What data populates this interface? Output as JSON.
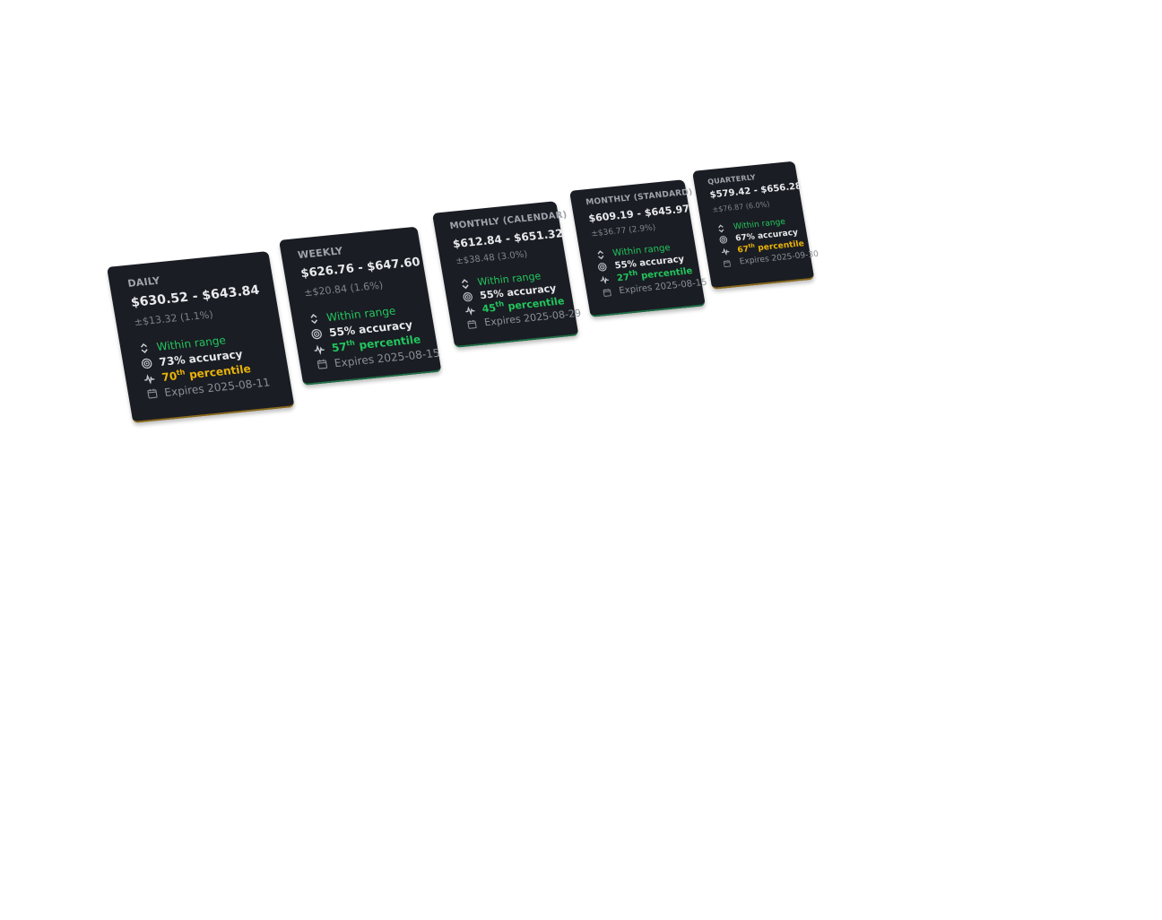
{
  "cards": [
    {
      "label": "DAILY",
      "range": "$630.52 - $643.84",
      "delta": "±$13.32 (1.1%)",
      "status": "Within range",
      "accuracy": "73% accuracy",
      "percentile_num": "70",
      "percentile_suffix": "th",
      "percentile_word": "percentile",
      "percentile_color": "#eab308",
      "expires": "Expires 2025-08-11",
      "edge_color": "#8a6a1e"
    },
    {
      "label": "WEEKLY",
      "range": "$626.76 - $647.60",
      "delta": "±$20.84 (1.6%)",
      "status": "Within range",
      "accuracy": "55% accuracy",
      "percentile_num": "57",
      "percentile_suffix": "th",
      "percentile_word": "percentile",
      "percentile_color": "#22c55e",
      "expires": "Expires 2025-08-15",
      "edge_color": "#1f6e47"
    },
    {
      "label": "MONTHLY (CALENDAR)",
      "range": "$612.84 - $651.32",
      "delta": "±$38.48 (3.0%)",
      "status": "Within range",
      "accuracy": "55% accuracy",
      "percentile_num": "45",
      "percentile_suffix": "th",
      "percentile_word": "percentile",
      "percentile_color": "#22c55e",
      "expires": "Expires 2025-08-29",
      "edge_color": "#1f6e47"
    },
    {
      "label": "MONTHLY (STANDARD)",
      "range": "$609.19 - $645.97",
      "delta": "±$36.77 (2.9%)",
      "status": "Within range",
      "accuracy": "55% accuracy",
      "percentile_num": "27",
      "percentile_suffix": "th",
      "percentile_word": "percentile",
      "percentile_color": "#22c55e",
      "expires": "Expires 2025-08-15",
      "edge_color": "#1f6e47"
    },
    {
      "label": "QUARTERLY",
      "range": "$579.42 - $656.28",
      "delta": "±$76.87 (6.0%)",
      "status": "Within range",
      "accuracy": "67% accuracy",
      "percentile_num": "67",
      "percentile_suffix": "th",
      "percentile_word": "percentile",
      "percentile_color": "#eab308",
      "expires": "Expires 2025-09-30",
      "edge_color": "#8a6a1e"
    }
  ],
  "icons": {
    "status": "chevron-up-down-icon",
    "accuracy": "target-icon",
    "percentile": "activity-icon",
    "expires": "calendar-icon"
  },
  "colors": {
    "card_bg": "#1a1d23",
    "green": "#22c55e",
    "amber": "#eab308",
    "muted": "#8b9098"
  }
}
